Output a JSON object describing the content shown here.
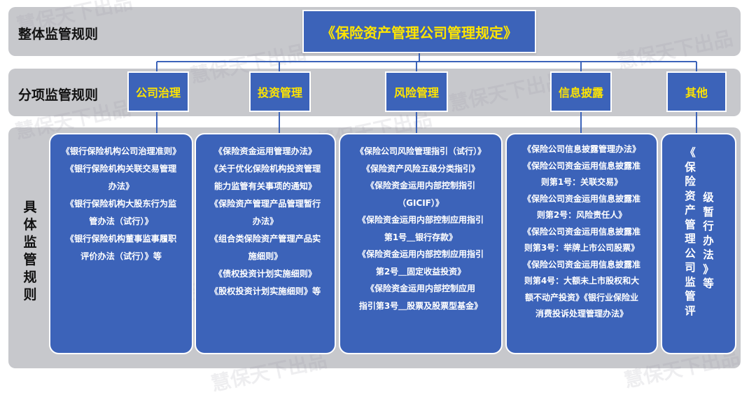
{
  "rows": {
    "overall": "整体监管规则",
    "sub": "分项监管规则",
    "specific_chars": [
      "具",
      "体",
      "监",
      "管",
      "规",
      "则"
    ]
  },
  "title": "《保险资产管理公司管理规定》",
  "categories": [
    "公司治理",
    "投资管理",
    "风险管理",
    "信息披露",
    "其他"
  ],
  "columns": [
    [
      "《银行保险机构公司治理准则》",
      "《银行保险机构关联交易管理",
      "办法》",
      "《银行保险机构大股东行为监",
      "管办法（试行）》",
      "《银行保险机构董事监事履职",
      "评价办法（试行）》等"
    ],
    [
      "《保险资金运用管理办法》",
      "《关于优化保险机构投资管理",
      "能力监管有关事项的通知》",
      "《保险资产管理产品管理暂行",
      "办法》",
      "《组合类保险资产管理产品实",
      "施细则》",
      "《债权投资计划实施细则》",
      "《股权投资计划实施细则》等"
    ],
    [
      "《保险公司风险管理指引（试行）》",
      "《保险资产风险五级分类指引》",
      "《保险资金运用内部控制指引",
      "（GICIF）》",
      "《保险资金运用内部控制应用指引",
      "第1号＿银行存款》",
      "《保险资金运用内部控制应用指引",
      "第2号＿固定收益投资》",
      "《保险资金运用内部控制应用",
      "指引第3号＿股票及股票型基金》"
    ],
    [
      "《保险公司信息披露管理办法》",
      "《保险公司资金运用信息披露准",
      "则第1号：关联交易》",
      "《保险公司资金运用信息披露准",
      "则第2号：风险责任人》",
      "《保险公司资金运用信息披露准",
      "则第3号：举牌上市公司股票》",
      "《保险公司资金运用信息披露准",
      "则第4号：大额未上市股权和大",
      "额不动产投资》《银行业保险业",
      "消费投诉处理管理办法》"
    ]
  ],
  "other_col": {
    "left": [
      "《",
      "保",
      "险",
      "资",
      "产",
      "管",
      "理",
      "公",
      "司",
      "监",
      "管",
      "评"
    ],
    "right": [
      "级",
      "暂",
      "行",
      "办",
      "法",
      "》",
      "等"
    ]
  },
  "watermark": "慧保天下出品",
  "colors": {
    "box": "#3c63b9",
    "title_text": "#ffe500",
    "band": "#c7c8cc",
    "line": "#3c63b9"
  }
}
